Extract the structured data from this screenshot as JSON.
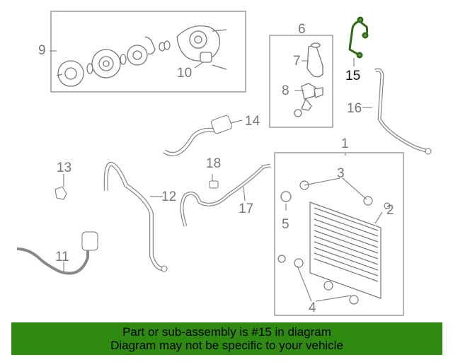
{
  "diagram": {
    "callouts": {
      "c1": "1",
      "c2": "2",
      "c3": "3",
      "c4": "4",
      "c5": "5",
      "c6": "6",
      "c7": "7",
      "c8": "8",
      "c9": "9",
      "c10": "10",
      "c11": "11",
      "c12": "12",
      "c13": "13",
      "c14": "14",
      "c15": "15",
      "c16": "16",
      "c17": "17",
      "c18": "18"
    },
    "highlighted_part": "15",
    "colors": {
      "highlight": "#2f8a12",
      "line": "#808080",
      "box": "#8a8a8a"
    }
  },
  "banner": {
    "line1": "Part or sub-assembly is #15 in diagram",
    "line2": "Diagram may not be specific to your vehicle"
  }
}
